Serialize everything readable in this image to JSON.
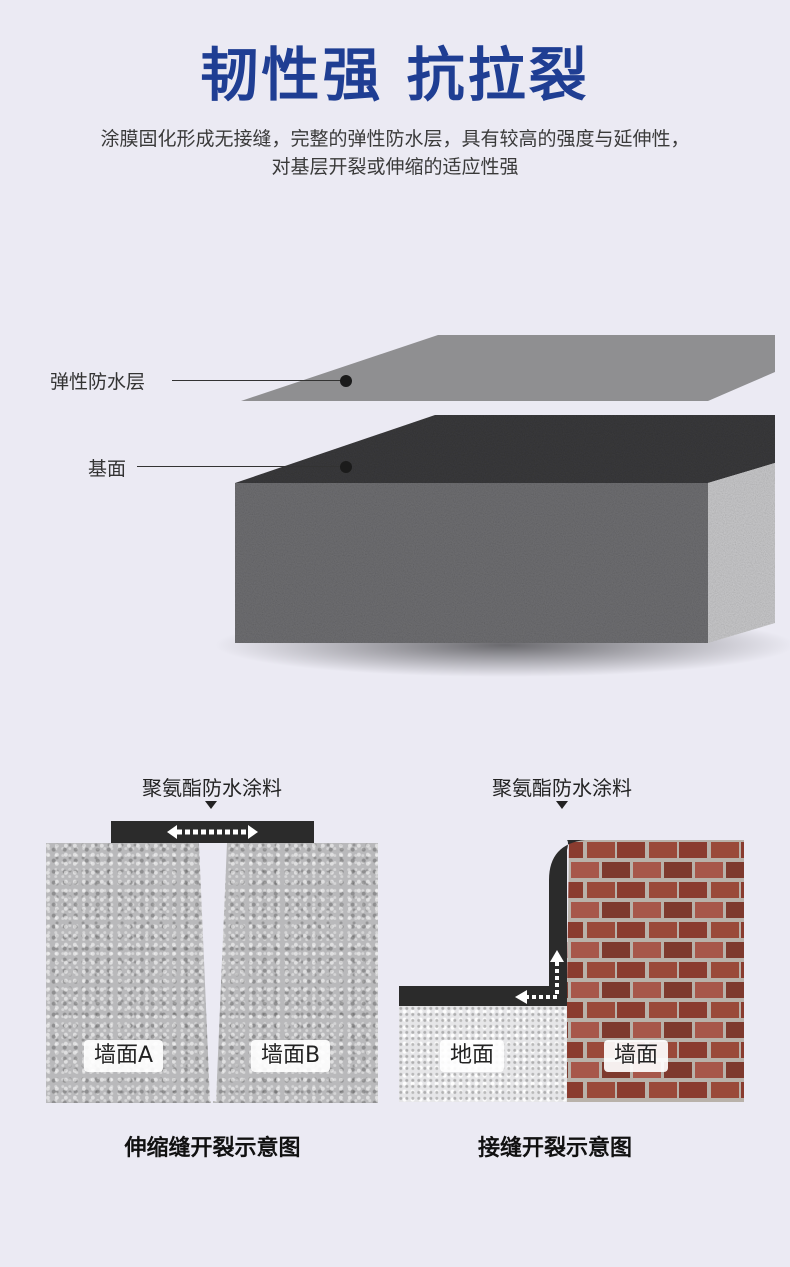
{
  "header": {
    "title": "韧性强 抗拉裂",
    "desc_line1": "涂膜固化形成无接缝，完整的弹性防水层，具有较高的强度与延伸性，",
    "desc_line2": "对基层开裂或伸缩的适应性强"
  },
  "layers": {
    "top_label": "弹性防水层",
    "base_label": "基面"
  },
  "diagram_left": {
    "coating_label": "聚氨酯防水涂料",
    "tag_a": "墙面A",
    "tag_b": "墙面B",
    "caption": "伸缩缝开裂示意图"
  },
  "diagram_right": {
    "coating_label": "聚氨酯防水涂料",
    "tag_floor": "地面",
    "tag_wall": "墙面",
    "caption": "接缝开裂示意图"
  }
}
